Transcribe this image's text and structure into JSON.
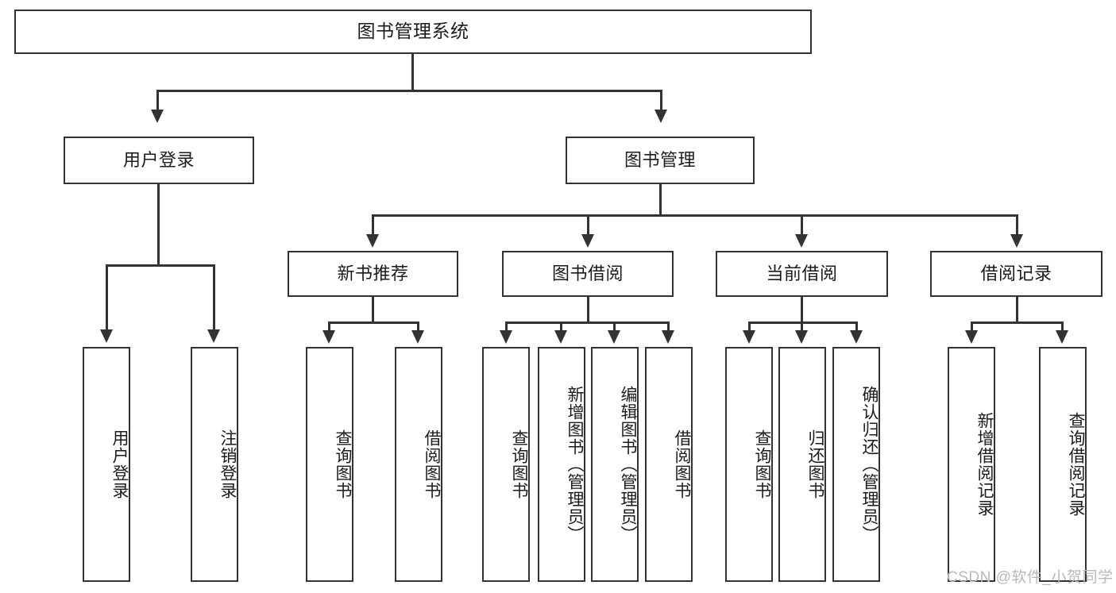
{
  "diagram": {
    "title": "图书管理系统",
    "type": "tree-hierarchy-diagram",
    "root": {
      "label": "图书管理系统"
    },
    "level2": [
      {
        "label": "用户登录"
      },
      {
        "label": "图书管理"
      }
    ],
    "level3": [
      {
        "label": "新书推荐"
      },
      {
        "label": "图书借阅"
      },
      {
        "label": "当前借阅"
      },
      {
        "label": "借阅记录"
      }
    ],
    "leaves": {
      "user_login": [
        {
          "label": "用户登录"
        },
        {
          "label": "注销登录"
        }
      ],
      "new_book_recommend": [
        {
          "label": "查询图书"
        },
        {
          "label": "借阅图书"
        }
      ],
      "book_borrow": [
        {
          "label": "查询图书"
        },
        {
          "label": "新增图书（管理员）"
        },
        {
          "label": "编辑图书（管理员）"
        },
        {
          "label": "借阅图书"
        }
      ],
      "current_borrow": [
        {
          "label": "查询图书"
        },
        {
          "label": "归还图书"
        },
        {
          "label": "确认归还（管理员）"
        }
      ],
      "borrow_record": [
        {
          "label": "新增借阅记录"
        },
        {
          "label": "查询借阅记录"
        }
      ]
    }
  },
  "watermark": {
    "text": "CSDN @软件_小贺同学"
  },
  "colors": {
    "stroke": "#333333",
    "text": "#1b1b1b",
    "background": "#ffffff",
    "watermark": "#b9b9b9"
  }
}
